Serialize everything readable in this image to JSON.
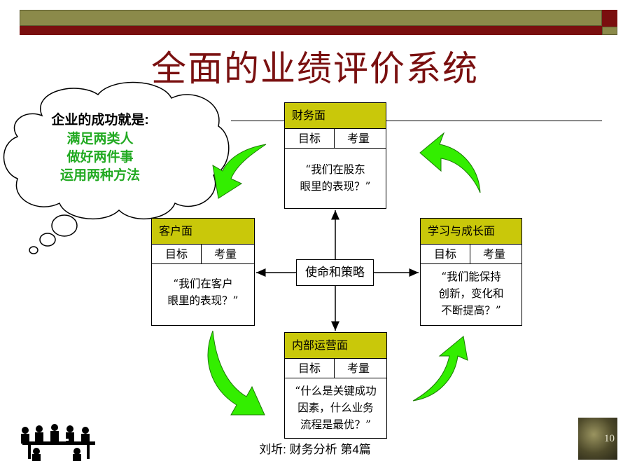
{
  "title": "全面的业绩评价系统",
  "cloud": {
    "heading": "企业的成功就是:",
    "lines": [
      "满足两类人",
      "做好两件事",
      "运用两种方法"
    ]
  },
  "center": "使命和策略",
  "boxes": {
    "finance": {
      "title": "财务面",
      "col1": "目标",
      "col2": "考量",
      "body_l1": "“我们在股东",
      "body_l2": "眼里的表现？”"
    },
    "customer": {
      "title": "客户面",
      "col1": "目标",
      "col2": "考量",
      "body_l1": "“我们在客户",
      "body_l2": "眼里的表现？”"
    },
    "learning": {
      "title": "学习与成长面",
      "col1": "目标",
      "col2": "考量",
      "body_l1": "“我们能保持",
      "body_l2": "创新，变化和",
      "body_l3": "不断提高？”"
    },
    "internal": {
      "title": "内部运营面",
      "col1": "目标",
      "col2": "考量",
      "body_l1": "“什么是关键成功",
      "body_l2": "因素，什么业务",
      "body_l3": "流程是最优？”"
    }
  },
  "footer": "刘圻:   财务分析    第4篇",
  "page_number": "10",
  "colors": {
    "title": "#7a1010",
    "box_header": "#c9c80a",
    "arrow_green": "#33ee00",
    "cloud_green_text": "#22aa22",
    "topbar_red": "#7a0f0f",
    "topbar_olive": "#8b8a4a"
  }
}
